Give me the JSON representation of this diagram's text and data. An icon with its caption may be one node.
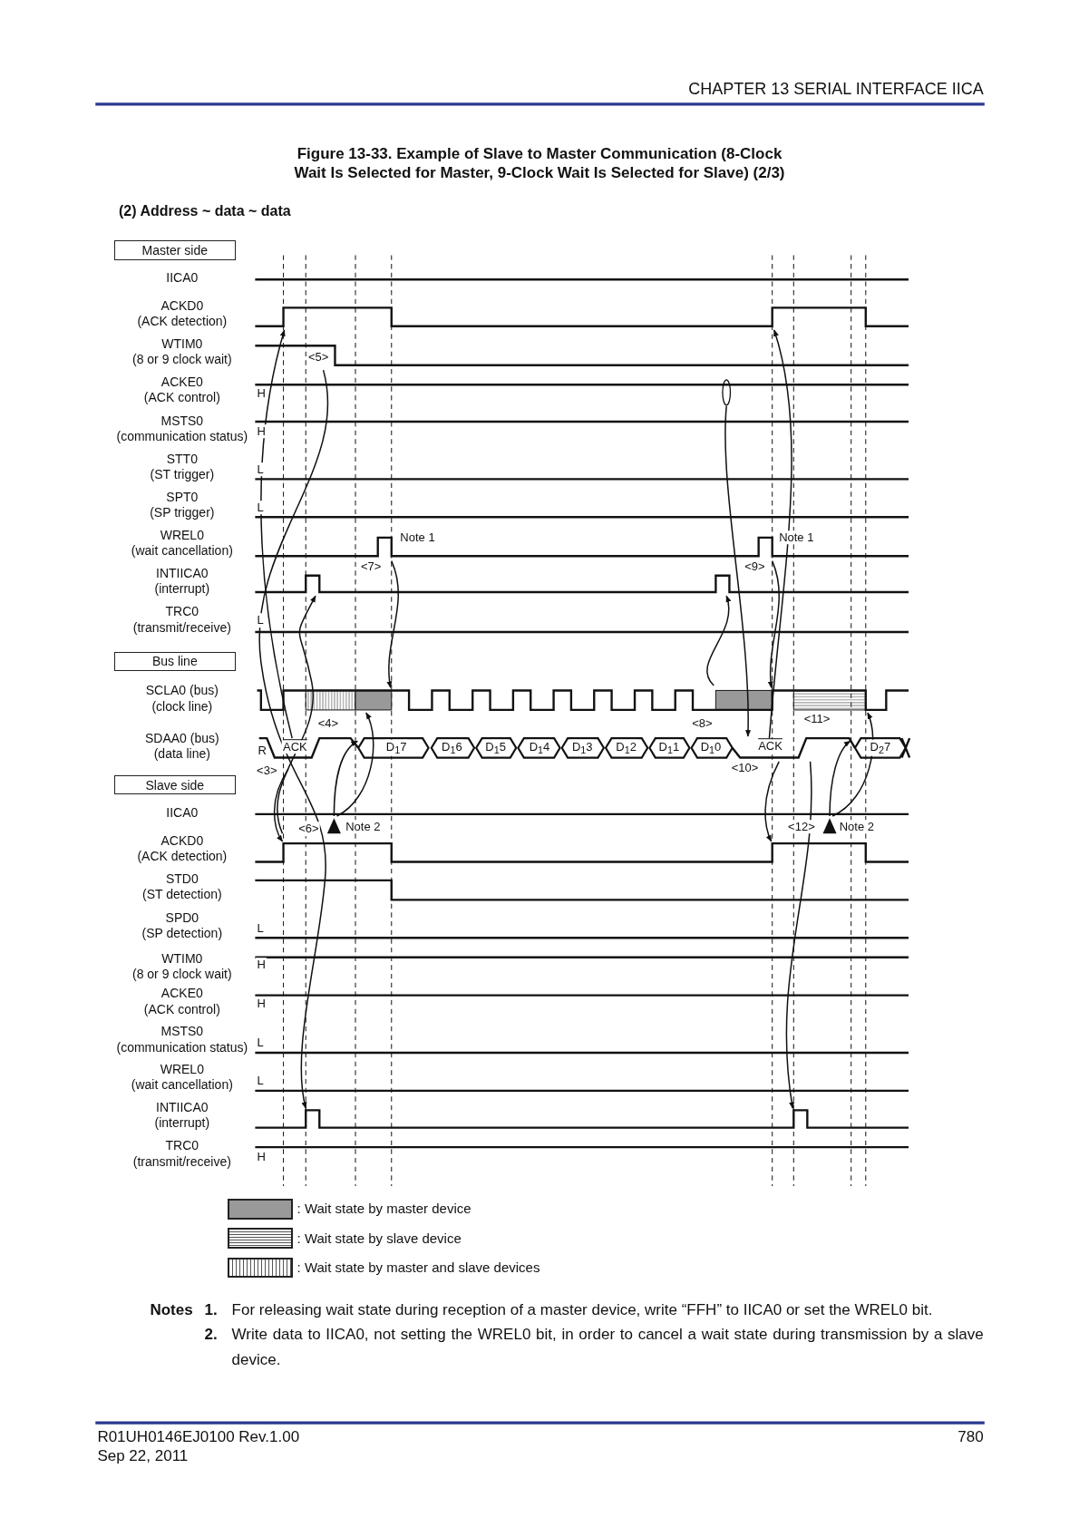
{
  "diagram": {
    "title": "Figure 13-33. Example of Slave to Master Communication (8-Clock Wait Is Selected for Master, 9-Clock Wait Is Selected for Slave) (2/3)",
    "nodes": [
      {
        "text": [
          "Master side"
        ]
      },
      {
        "text": [
          "Bus line"
        ]
      },
      {
        "text": [
          "Slave side"
        ]
      }
    ],
    "edges": [],
    "labels": [
      "CHAPTER 13 SERIAL INTERFACE IICA",
      "(2) Address ~ data ~ data",
      "IICA0",
      "ACKD0",
      "(ACK detection)",
      "WTIM0",
      "(8 or 9 clock wait)",
      "ACKE0",
      "(ACK control)",
      "MSTS0",
      "(communication status)",
      "STT0",
      "(ST trigger)",
      "SPT0",
      "(SP trigger)",
      "WREL0",
      "(wait cancellation)",
      "INTIICA0",
      "(interrupt)",
      "TRC0",
      "(transmit/receive)",
      "SCLA0 (bus)",
      "(clock line)",
      "SDAA0 (bus)",
      "(data line)",
      "IICA0",
      "ACKD0",
      "(ACK detection)",
      "STD0",
      "(ST detection)",
      "SPD0",
      "(SP detection)",
      "WTIM0",
      "(8 or 9 clock wait)",
      "ACKE0",
      "(ACK control)",
      "MSTS0",
      "(communication status)",
      "WREL0",
      "(wait cancellation)",
      "INTIICA0",
      "(interrupt)",
      "TRC0",
      "(transmit/receive)",
      "H",
      "H",
      "L",
      "L",
      "L",
      "R",
      "L",
      "H",
      "H",
      "L",
      "L",
      "H",
      "<5>",
      "Note 1",
      "Note 1",
      "<7>",
      "<9>",
      "<4>",
      "<8>",
      "<11>",
      "<3>",
      "<10>",
      "<6>",
      "Note 2",
      "<12>",
      "Note 2",
      "ACK",
      "D$_{1}$7",
      "D$_{1}$6",
      "D$_{1}$5",
      "D$_{1}$4",
      "D$_{1}$3",
      "D$_{1}$2",
      "D$_{1}$1",
      "D$_{1}$0",
      "ACK",
      "D$_{2}$7",
      "Notes",
      "1.",
      "For releasing wait state during reception of a master device, write “FFH” to IICA0 or set the WREL0 bit.",
      "2.",
      "Write data to IICA0, not setting the WREL0 bit, in order to cancel a wait state during transmission by a slave device.",
      "R01UH0146EJ0100 Rev.1.00",
      "Sep 22, 2011",
      "780"
    ],
    "legend": [
      {
        "text": ": Wait state by master device",
        "color": "#999999"
      },
      {
        "text": ": Wait state by slave device"
      },
      {
        "text": ": Wait state by master and slave devices"
      }
    ]
  }
}
